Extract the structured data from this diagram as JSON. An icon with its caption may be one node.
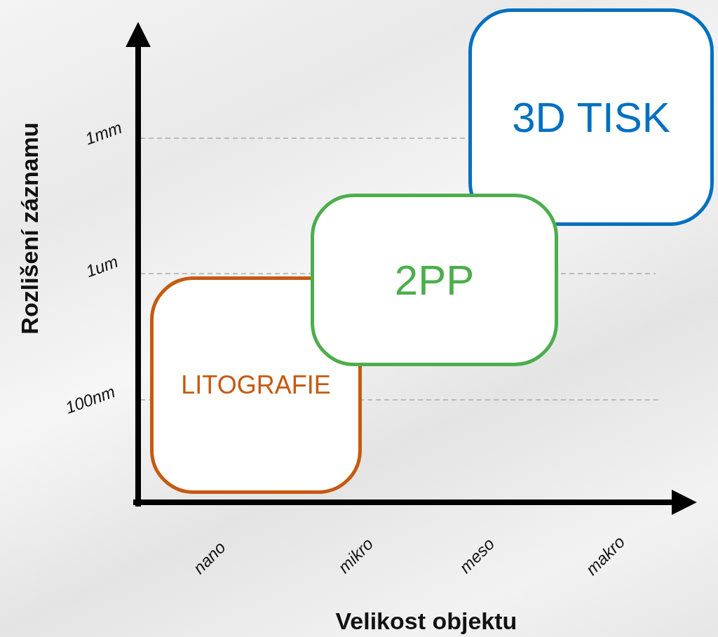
{
  "diagram": {
    "nodes": [
      {
        "text": [
          "3D TISK"
        ]
      },
      {
        "text": [
          "2PP"
        ]
      },
      {
        "text": [
          "LITOGRAFIE"
        ]
      }
    ],
    "labels": [
      "Rozlišení záznamu",
      "1mm",
      "1um",
      "100nm",
      "nano",
      "mikro",
      "meso",
      "makro",
      "Velikost objektu"
    ]
  }
}
